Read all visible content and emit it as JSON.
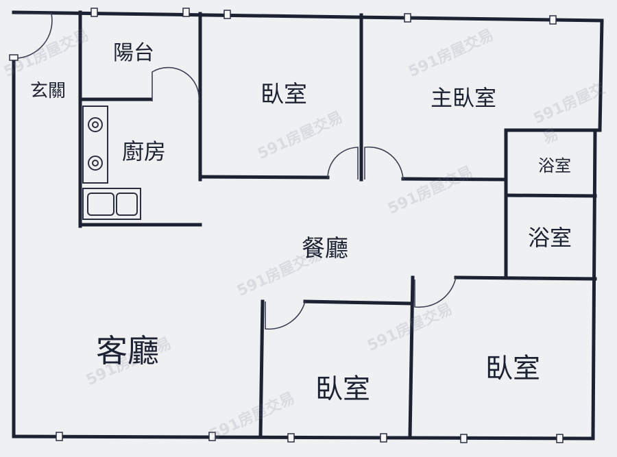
{
  "watermark": "591房屋交易",
  "rooms": {
    "entry": "玄關",
    "balcony": "陽台",
    "kitchen": "廚房",
    "bedroom_top": "臥室",
    "master_bedroom": "主臥室",
    "bathroom_1": "浴室",
    "bathroom_2": "浴室",
    "dining": "餐廳",
    "living": "客廳",
    "bedroom_bottom_mid": "臥室",
    "bedroom_bottom_right": "臥室"
  },
  "colors": {
    "wall": "#1d2233",
    "background": "#eef0f1"
  }
}
